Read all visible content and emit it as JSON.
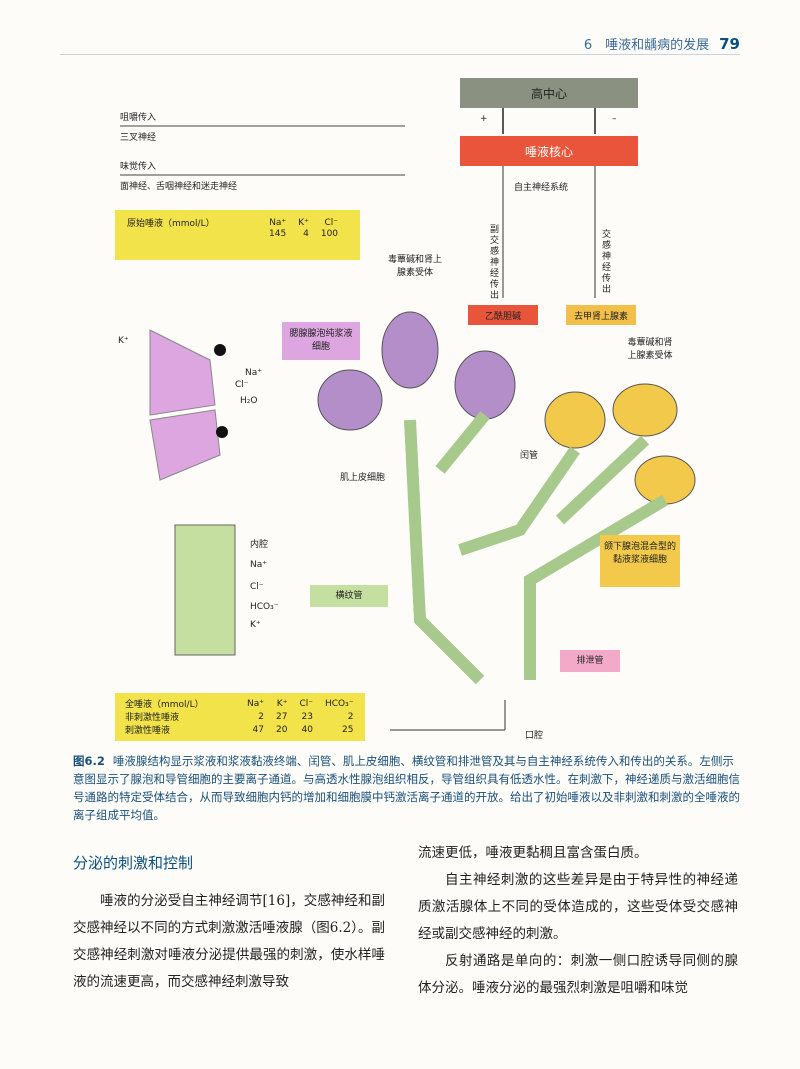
{
  "header": {
    "chapter": "6　唾液和龋病的发展",
    "page": "79"
  },
  "figure": {
    "top_center": "高中心",
    "salivary_nucleus": "唾液核心",
    "plus": "+",
    "minus": "–",
    "autonomic": "自主神经系统",
    "para_label": "副交感神经传出",
    "symp_label": "交感神经传出",
    "ach": "乙酰胆碱",
    "norad": "去甲肾上腺素",
    "chew_in": "咀嚼传入",
    "trigeminal": "三叉神经",
    "taste_in": "味觉传入",
    "taste_nerves": "面神经、舌咽神经和迷走神经",
    "receptors_left": "毒蕈碱和肾上腺素受体",
    "receptors_right": "毒蕈碱和肾上腺素受体",
    "primary": {
      "title": "原始唾液（mmol/L）",
      "cols": [
        "Na⁺",
        "K⁺",
        "Cl⁻"
      ],
      "vals": [
        "145",
        "4",
        "100"
      ]
    },
    "k_plus": "K⁺",
    "na_plus": "Na⁺",
    "cl_minus": "Cl⁻",
    "h2o": "H₂O",
    "parotid": "腮腺腺泡纯浆液细胞",
    "myo": "肌上皮细胞",
    "intercalated": "闰管",
    "lumen": "内腔",
    "duct_ions": [
      "Na⁺",
      "Cl⁻",
      "HCO₃⁻",
      "K⁺"
    ],
    "striated": "横纹管",
    "submand": "颌下腺泡混合型的黏液浆液细胞",
    "excretory": "排泄管",
    "mouth": "口腔",
    "whole": {
      "title": "全唾液（mmol/L）",
      "cols": [
        "Na⁺",
        "K⁺",
        "Cl⁻",
        "HCO₃⁻"
      ],
      "rows": [
        {
          "label": "非刺激性唾液",
          "vals": [
            "2",
            "27",
            "23",
            "2"
          ]
        },
        {
          "label": "刺激性唾液",
          "vals": [
            "47",
            "20",
            "40",
            "25"
          ]
        }
      ]
    }
  },
  "caption": {
    "num": "图6.2",
    "text": "唾液腺结构显示浆液和浆液黏液终端、闰管、肌上皮细胞、横纹管和排泄管及其与自主神经系统传入和传出的关系。左侧示意图显示了腺泡和导管细胞的主要离子通道。与高透水性腺泡组织相反，导管组织具有低透水性。在刺激下，神经递质与激活细胞信号通路的特定受体结合，从而导致细胞内钙的增加和细胞膜中钙激活离子通道的开放。给出了初始唾液以及非刺激和刺激的全唾液的离子组成平均值。"
  },
  "section_title": "分泌的刺激和控制",
  "left_para": "唾液的分泌受自主神经调节[16]，交感神经和副交感神经以不同的方式刺激激活唾液腺（图6.2）。副交感神经刺激对唾液分泌提供最强的刺激，使水样唾液的流速更高，而交感神经刺激导致",
  "right_para1": "流速更低，唾液更黏稠且富含蛋白质。",
  "right_para2": "自主神经刺激的这些差异是由于特异性的神经递质激活腺体上不同的受体造成的，这些受体受交感神经或副交感神经的刺激。",
  "right_para3": "反射通路是单向的：刺激一侧口腔诱导同侧的腺体分泌。唾液分泌的最强烈刺激是咀嚼和味觉",
  "colors": {
    "accent": "#0b4f7e",
    "yellow": "#f2e34a",
    "pink": "#dda6e0",
    "red": "#e8553a",
    "grey": "#8a9180",
    "green": "#c5dfa0"
  }
}
